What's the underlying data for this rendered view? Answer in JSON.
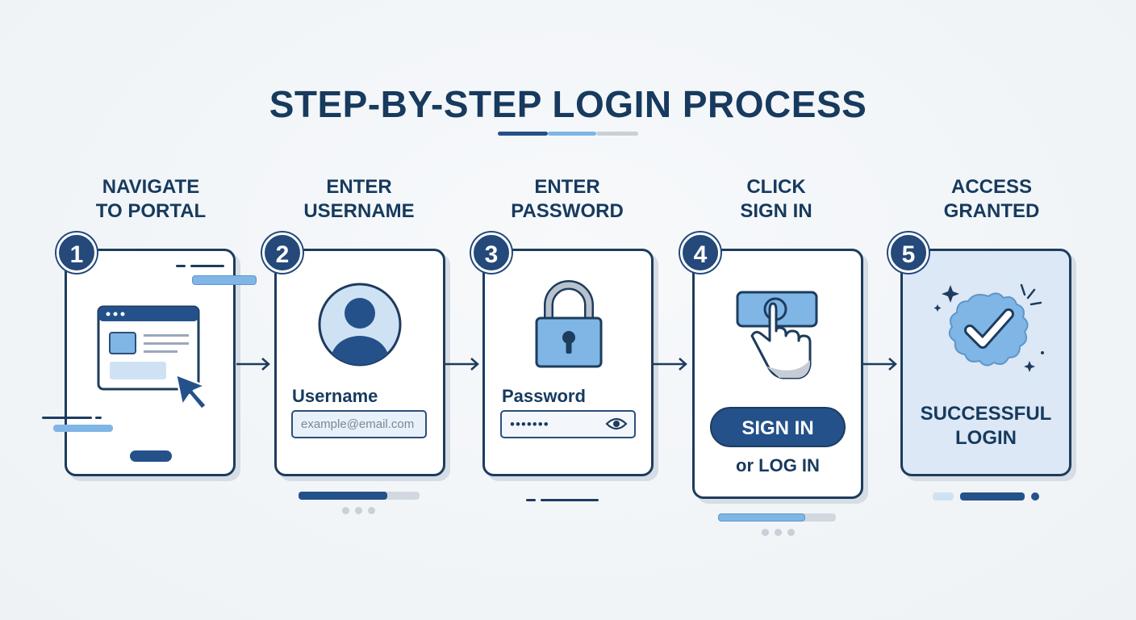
{
  "title": "STEP-BY-STEP LOGIN PROCESS",
  "steps": [
    {
      "number": "1",
      "label_line1": "NAVIGATE",
      "label_line2": "TO PORTAL"
    },
    {
      "number": "2",
      "label_line1": "ENTER",
      "label_line2": "USERNAME",
      "field_label": "Username",
      "placeholder": "example@email.com"
    },
    {
      "number": "3",
      "label_line1": "ENTER",
      "label_line2": "PASSWORD",
      "field_label": "Password",
      "masked_value": "•••••••"
    },
    {
      "number": "4",
      "label_line1": "CLICK",
      "label_line2": "SIGN IN",
      "button_label": "SIGN IN",
      "alt_text": "or LOG IN"
    },
    {
      "number": "5",
      "label_line1": "ACCESS",
      "label_line2": "GRANTED",
      "result_line1": "SUCCESSFUL",
      "result_line2": "LOGIN"
    }
  ],
  "colors": {
    "navy": "#1d3c5e",
    "accent_blue": "#24518a",
    "light_blue": "#7fb6e6",
    "pale_blue": "#dce8f5"
  },
  "icons": [
    "browser-window-icon",
    "cursor-arrow-icon",
    "user-avatar-icon",
    "padlock-icon",
    "eye-icon",
    "hand-pointer-icon",
    "checkmark-badge-icon",
    "sparkle-icon",
    "right-arrow-icon"
  ]
}
